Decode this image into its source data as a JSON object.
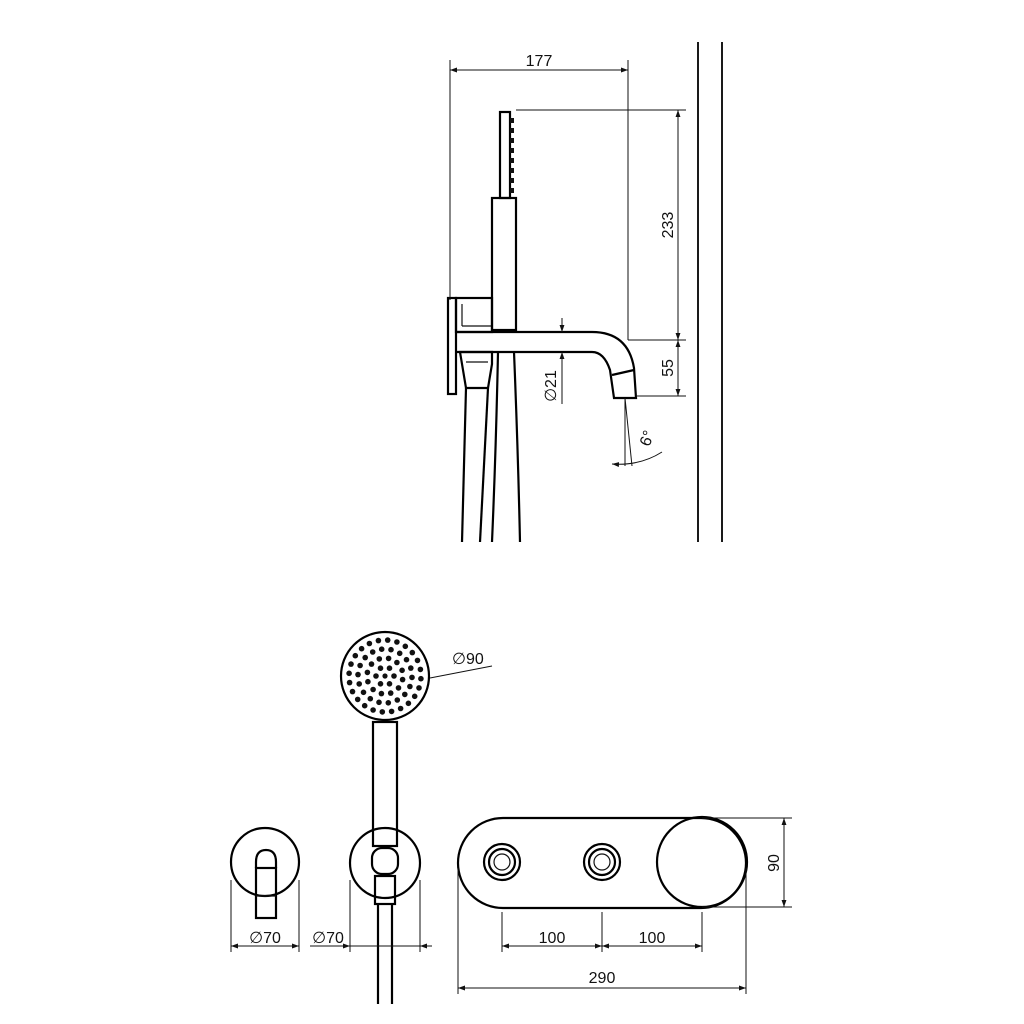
{
  "side_view": {
    "dim_width": "177",
    "dim_height": "233",
    "dim_spout_height": "55",
    "dim_pipe_diameter": "21",
    "dim_angle": "6°"
  },
  "front_view": {
    "dim_shower_head_diameter": "90",
    "dim_spout_rosette_diameter": "70",
    "dim_holder_rosette_diameter": "70",
    "dim_panel_height": "90",
    "dim_spacing_left": "100",
    "dim_spacing_right": "100",
    "dim_panel_width": "290"
  },
  "symbols": {
    "diameter": "∅"
  }
}
